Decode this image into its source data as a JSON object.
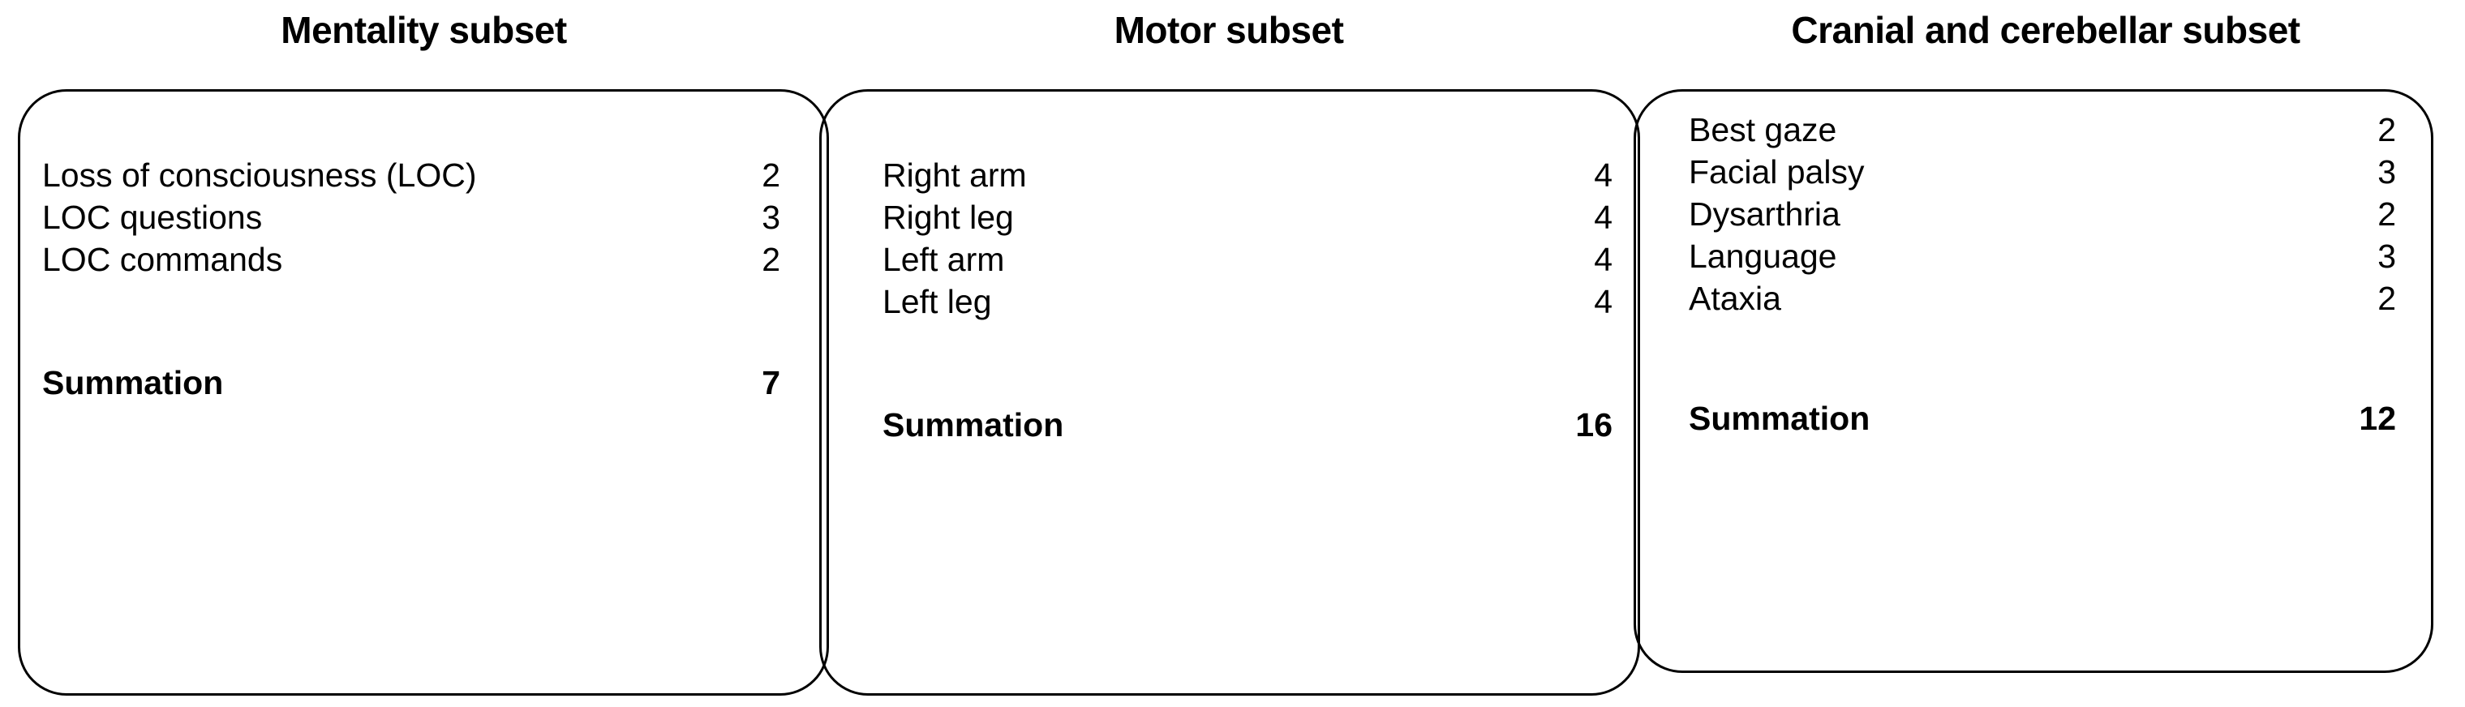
{
  "figure": {
    "kind": "nihss-subset-score-boxes",
    "background_color": "#ffffff",
    "text_color": "#000000",
    "border_color": "#000000"
  },
  "panels": [
    {
      "title": "Mentality subset",
      "items": [
        {
          "label": "Loss of consciousness (LOC)",
          "value": "2"
        },
        {
          "label": "LOC questions",
          "value": "3"
        },
        {
          "label": "LOC commands",
          "value": "2"
        }
      ],
      "summation_label": "Summation",
      "summation_value": "7"
    },
    {
      "title": "Motor subset",
      "items": [
        {
          "label": "Right arm",
          "value": "4"
        },
        {
          "label": "Right leg",
          "value": "4"
        },
        {
          "label": "Left arm",
          "value": "4"
        },
        {
          "label": "Left leg",
          "value": "4"
        }
      ],
      "summation_label": "Summation",
      "summation_value": "16"
    },
    {
      "title": "Cranial and cerebellar subset",
      "items": [
        {
          "label": "Best gaze",
          "value": "2"
        },
        {
          "label": "Facial palsy",
          "value": "3"
        },
        {
          "label": "Dysarthria",
          "value": "2"
        },
        {
          "label": "Language",
          "value": "3"
        },
        {
          "label": "Ataxia",
          "value": "2"
        }
      ],
      "summation_label": "Summation",
      "summation_value": "12"
    }
  ]
}
